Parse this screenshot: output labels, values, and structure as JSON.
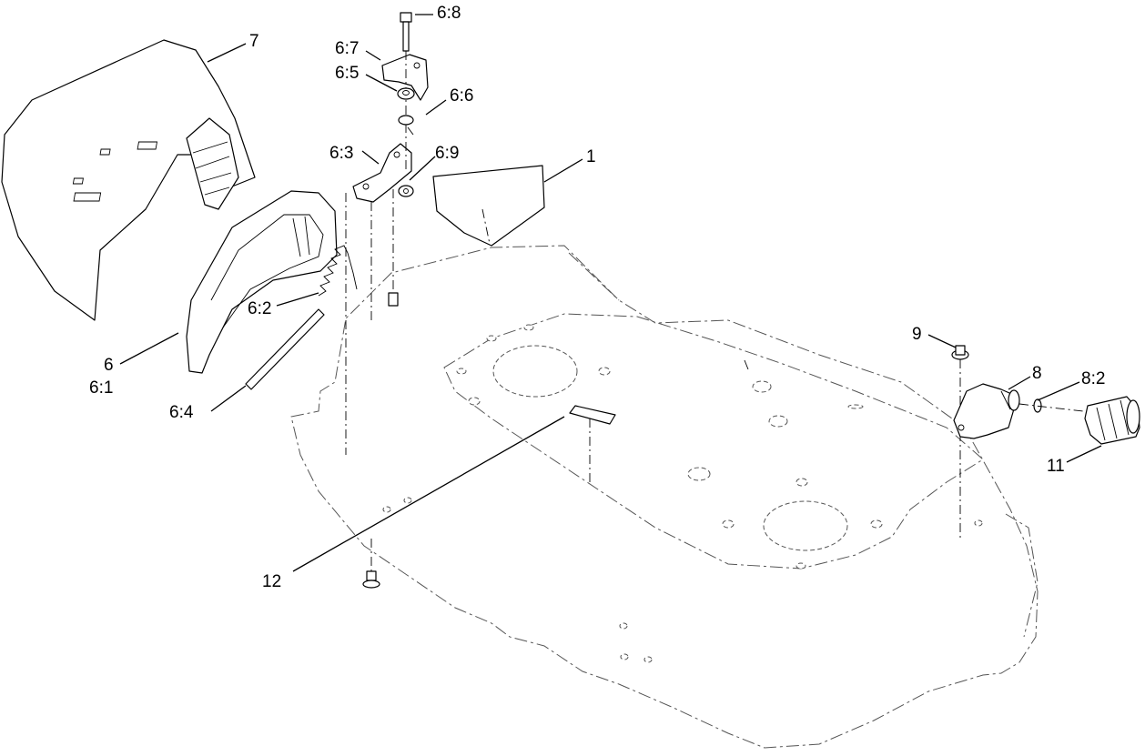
{
  "diagram": {
    "callouts": {
      "c1": "1",
      "c6": "6",
      "c6_1": "6:1",
      "c6_2": "6:2",
      "c6_3": "6:3",
      "c6_4": "6:4",
      "c6_5": "6:5",
      "c6_6": "6:6",
      "c6_7": "6:7",
      "c6_8": "6:8",
      "c6_9": "6:9",
      "c7": "7",
      "c8": "8",
      "c8_2": "8:2",
      "c9": "9",
      "c11": "11",
      "c12": "12"
    }
  }
}
